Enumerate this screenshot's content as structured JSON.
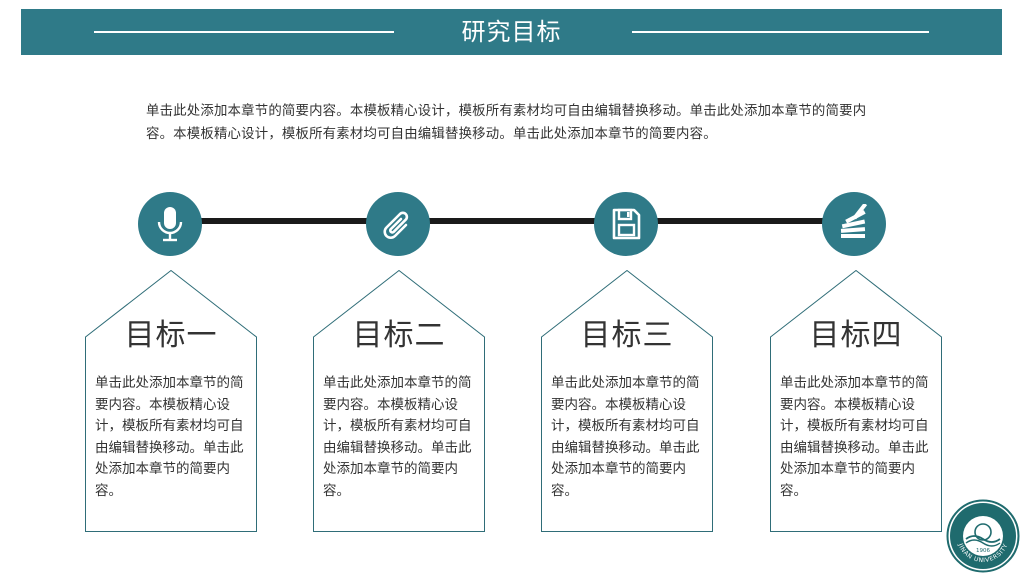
{
  "header": {
    "title": "研究目标"
  },
  "intro": {
    "text": "单击此处添加本章节的简要内容。本模板精心设计，模板所有素材均可自由编辑替换移动。单击此处添加本章节的简要内容。本模板精心设计，模板所有素材均可自由编辑替换移动。单击此处添加本章节的简要内容。"
  },
  "colors": {
    "accent": "#2f7a88",
    "timeline": "#1a1a1a",
    "text": "#333333"
  },
  "timeline": {
    "icons": [
      "microphone-icon",
      "paperclip-icon",
      "floppy-disk-icon",
      "stack-icon"
    ]
  },
  "cards": [
    {
      "title": "目标一",
      "text": "单击此处添加本章节的简要内容。本模板精心设计，模板所有素材均可自由编辑替换移动。单击此处添加本章节的简要内容。"
    },
    {
      "title": "目标二",
      "text": "单击此处添加本章节的简要内容。本模板精心设计，模板所有素材均可自由编辑替换移动。单击此处添加本章节的简要内容。"
    },
    {
      "title": "目标三",
      "text": "单击此处添加本章节的简要内容。本模板精心设计，模板所有素材均可自由编辑替换移动。单击此处添加本章节的简要内容。"
    },
    {
      "title": "目标四",
      "text": "单击此处添加本章节的简要内容。本模板精心设计，模板所有素材均可自由编辑替换移动。单击此处添加本章节的简要内容。"
    }
  ],
  "logo": {
    "year": "1906",
    "name": "JINAN UNIVERSITY"
  }
}
